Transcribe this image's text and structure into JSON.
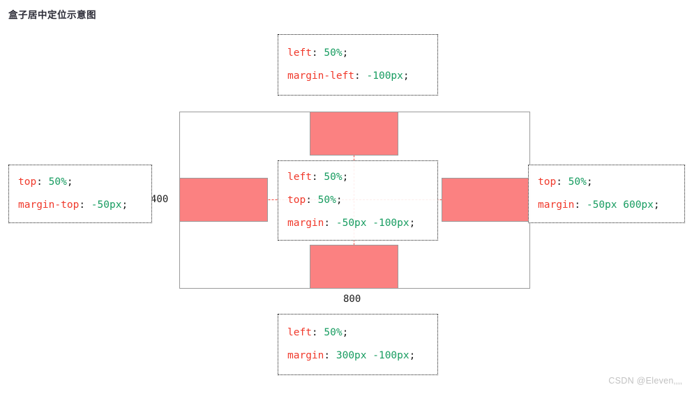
{
  "page": {
    "title": "盒子居中定位示意图",
    "watermark": "CSDN @Eleven‚‚‚‚"
  },
  "colors": {
    "box_fill": "#fb8181",
    "box_border": "#9a9a9a",
    "guide_line": "#f4463c",
    "property": "#f0392b",
    "value": "#179c60",
    "punctuation": "#1b1b1b",
    "code_border": "#171717"
  },
  "container": {
    "width_label": "800",
    "height_label": "400"
  },
  "annotations": {
    "top": {
      "lines": [
        {
          "prop": "left",
          "colon": ": ",
          "val": "50%",
          "semi": ";"
        },
        {
          "prop": "margin-left",
          "colon": ": ",
          "val": "-100px",
          "semi": ";"
        }
      ]
    },
    "left": {
      "lines": [
        {
          "prop": "top",
          "colon": ": ",
          "val": "50%",
          "semi": ";"
        },
        {
          "prop": "margin-top",
          "colon": ": ",
          "val": "-50px",
          "semi": ";"
        }
      ]
    },
    "center": {
      "lines": [
        {
          "prop": "left",
          "colon": ": ",
          "val": "50%",
          "semi": ";"
        },
        {
          "prop": "top",
          "colon": ": ",
          "val": "50%",
          "semi": ";"
        },
        {
          "prop": "margin",
          "colon": ": ",
          "val": "-50px -100px",
          "semi": ";"
        }
      ]
    },
    "right": {
      "lines": [
        {
          "prop": "top",
          "colon": ": ",
          "val": "50%",
          "semi": ";"
        },
        {
          "prop": "margin",
          "colon": ": ",
          "val": "-50px 600px",
          "semi": ";"
        }
      ]
    },
    "bottom": {
      "lines": [
        {
          "prop": "left",
          "colon": ": ",
          "val": "50%",
          "semi": ";"
        },
        {
          "prop": "margin",
          "colon": ": ",
          "val": "300px -100px",
          "semi": ";"
        }
      ]
    }
  }
}
